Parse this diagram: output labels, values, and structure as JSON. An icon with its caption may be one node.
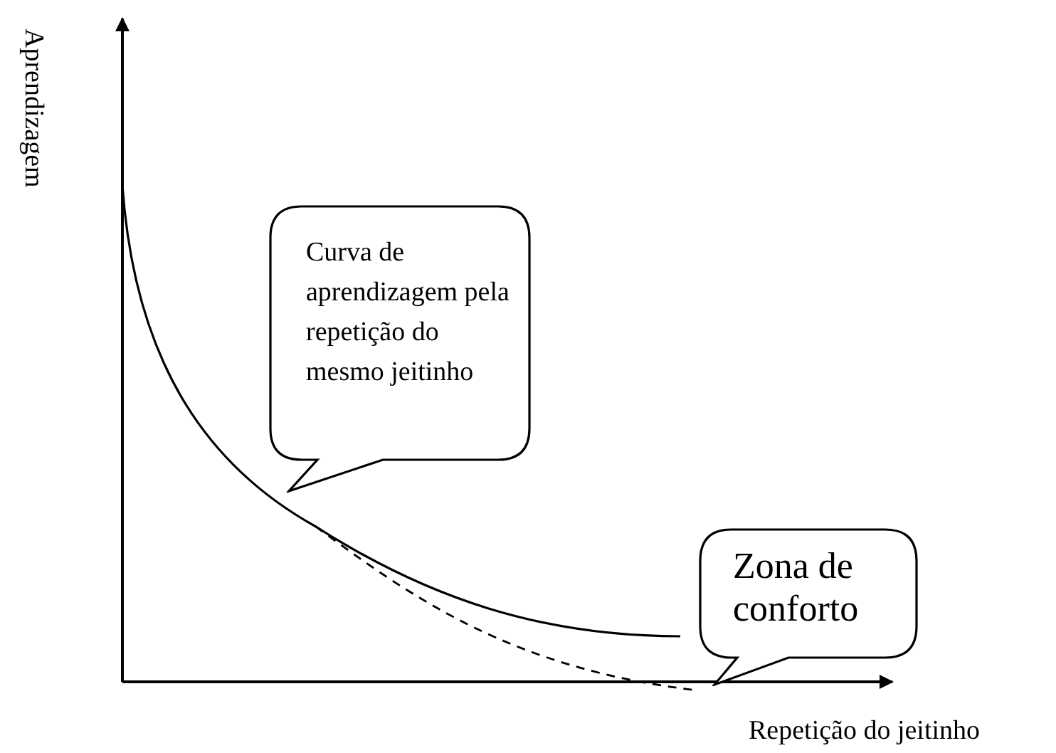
{
  "diagram": {
    "nodes": [
      {
        "text": [
          "Curva de aprendizagem pela repetição do mesmo jeitinho"
        ]
      },
      {
        "text": [
          "Zona de conforto"
        ]
      }
    ],
    "labels": [
      "Aprendizagem",
      "Repetição do jeitinho"
    ]
  }
}
